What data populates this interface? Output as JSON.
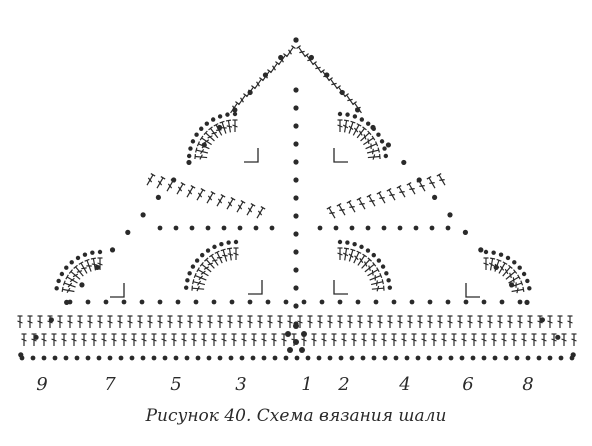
{
  "figure": {
    "caption": "Рисунок 40. Схема вязания шали",
    "row_labels": [
      "9",
      "7",
      "5",
      "3",
      "1",
      "2",
      "4",
      "6",
      "8"
    ],
    "colors": {
      "ink": "#2a2a2a",
      "background": "#ffffff"
    },
    "stitch_types": [
      "chain-dot",
      "double-crochet-symbol",
      "corner-bracket"
    ]
  }
}
